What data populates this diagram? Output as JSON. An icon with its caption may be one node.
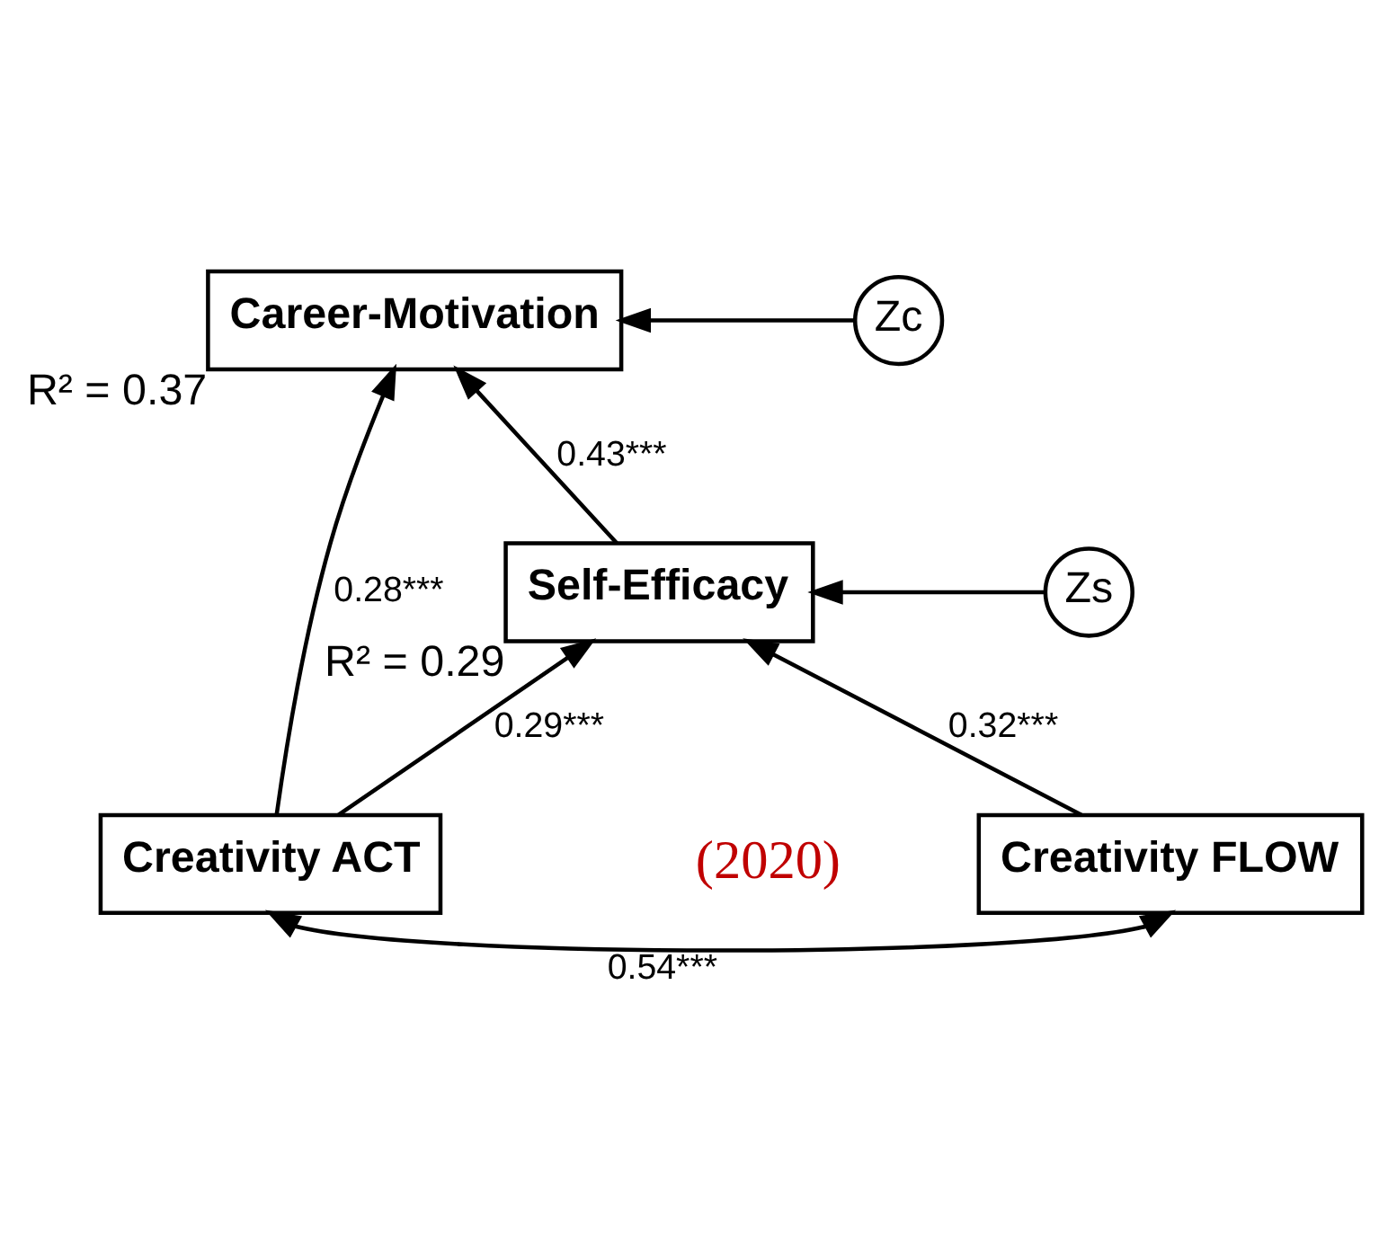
{
  "diagram": {
    "nodes": [
      {
        "text": [
          "Career-Motivation"
        ],
        "beside": [
          "R² = 0.37"
        ]
      },
      {
        "text": [
          "Zc"
        ]
      },
      {
        "text": [
          "Self-Efficacy"
        ],
        "beside": [
          "R² = 0.29"
        ]
      },
      {
        "text": [
          "Zs"
        ]
      },
      {
        "text": [
          "Creativity ACT"
        ]
      },
      {
        "text": [
          "Creativity FLOW"
        ]
      }
    ],
    "edges": [
      {
        "from": 1,
        "to": 0,
        "arrow": "to"
      },
      {
        "from": 2,
        "to": 0,
        "arrow": "to",
        "label": "0.43***"
      },
      {
        "from": 4,
        "to": 0,
        "arrow": "to",
        "label": "0.28***"
      },
      {
        "from": 3,
        "to": 2,
        "arrow": "to"
      },
      {
        "from": 4,
        "to": 2,
        "arrow": "to",
        "label": "0.29***"
      },
      {
        "from": 5,
        "to": 2,
        "arrow": "to",
        "label": "0.32***"
      },
      {
        "from": 4,
        "to": 5,
        "arrow": "both",
        "label": "0.54***"
      }
    ],
    "labels": [
      "(2020)"
    ]
  }
}
